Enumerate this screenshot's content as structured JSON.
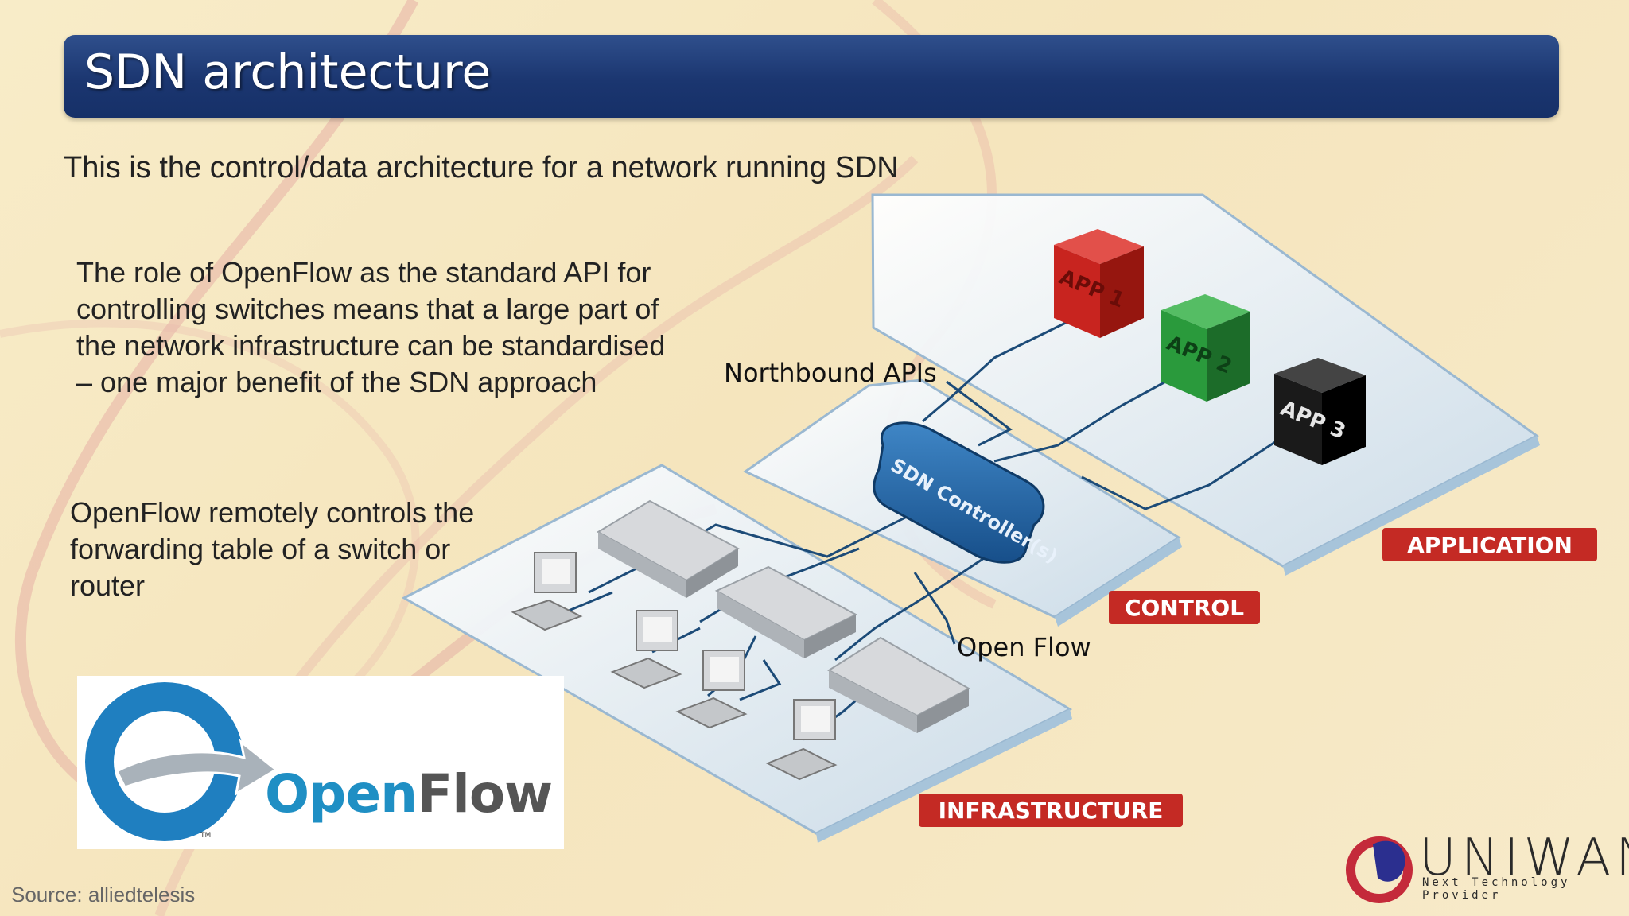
{
  "slide": {
    "title": "SDN architecture",
    "subtitle": "This is the control/data architecture for a network running SDN",
    "paragraph_openflow_api": "The role of OpenFlow as the standard API for controlling switches means that a large part of the network infrastructure can be standardised – one major benefit of the SDN approach",
    "paragraph_openflow_remote": "OpenFlow remotely controls the forwarding table of a switch or router",
    "source": "Source: alliedtelesis"
  },
  "diagram": {
    "northbound_label": "Northbound APIs",
    "openflow_label": "Open Flow",
    "controller_label": "SDN Controller(s)",
    "apps": [
      "APP 1",
      "APP 2",
      "APP 3"
    ],
    "layers": {
      "application": "APPLICATION",
      "control": "CONTROL",
      "infrastructure": "INFRASTRUCTURE"
    },
    "colors": {
      "app1": "#c8241f",
      "app2": "#2a9a3c",
      "app3": "#1a1a1a",
      "controller": "#1f5e9c",
      "layer_badge": "#c42a24",
      "link": "#1c4b78"
    }
  },
  "openflow_logo": {
    "word_open": "Open",
    "word_flow": "Flow",
    "tm": "TM"
  },
  "brand": {
    "name": "UNIWAN",
    "tagline": "Next Technology Provider"
  }
}
